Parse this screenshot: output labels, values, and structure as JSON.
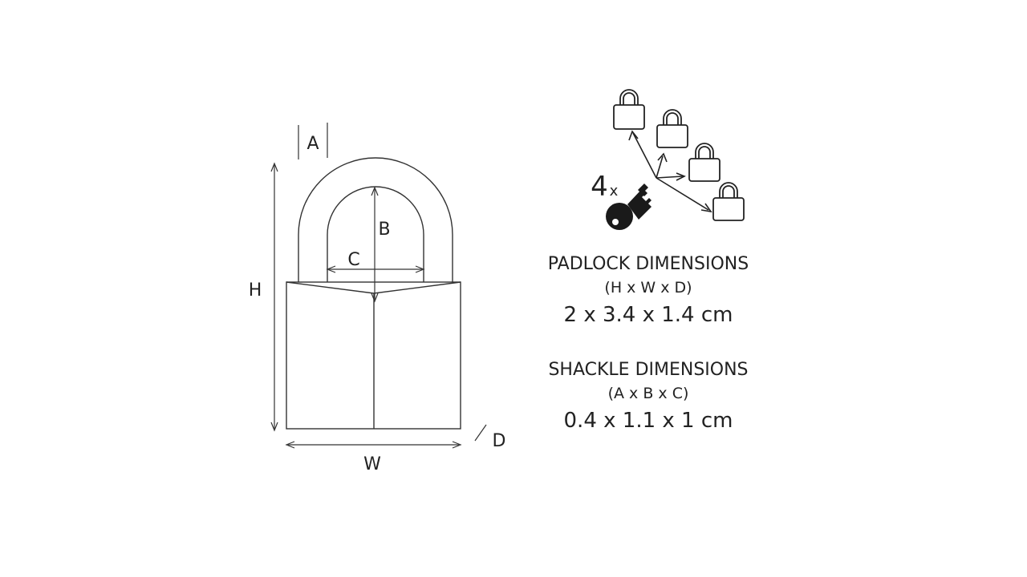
{
  "diagram": {
    "labels": {
      "a": "A",
      "b": "B",
      "c": "C",
      "h": "H",
      "w": "W",
      "d": "D"
    }
  },
  "keys": {
    "count_number": "4",
    "count_suffix": "x"
  },
  "padlock_dimensions": {
    "title": "PADLOCK DIMENSIONS",
    "formula": "(H x W x D)",
    "value": "2 x 3.4 x 1.4 cm"
  },
  "shackle_dimensions": {
    "title": "SHACKLE DIMENSIONS",
    "formula": "(A x B x C)",
    "value": "0.4 x 1.1 x 1 cm"
  },
  "colors": {
    "line": "#333333",
    "fill": "#1a1a1a",
    "background": "#ffffff"
  }
}
